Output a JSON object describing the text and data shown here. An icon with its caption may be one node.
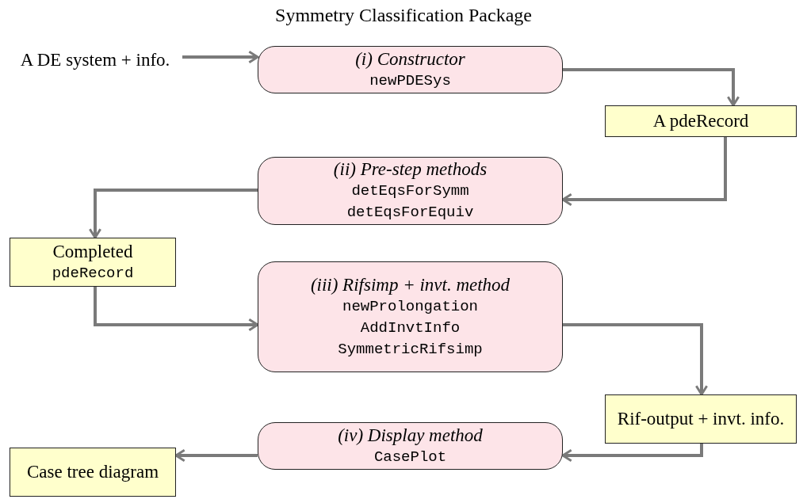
{
  "diagram": {
    "title": "Symmetry Classification Package",
    "nodes": [
      {
        "text": [
          "A DE system + info."
        ]
      },
      {
        "text": [
          "(i) Constructor",
          "newPDESys"
        ]
      },
      {
        "text": [
          "A pdeRecord"
        ]
      },
      {
        "text": [
          "(ii) Pre-step methods",
          "detEqsForSymm",
          "detEqsForEquiv"
        ]
      },
      {
        "text": [
          "Completed",
          "pdeRecord"
        ]
      },
      {
        "text": [
          "(iii) Rifsimp + invt. method",
          "newProlongation",
          "AddInvtInfo",
          "SymmetricRifsimp"
        ]
      },
      {
        "text": [
          "Rif-output + invt. info."
        ]
      },
      {
        "text": [
          "(iv) Display method",
          "CasePlot"
        ]
      },
      {
        "text": [
          "Case tree diagram"
        ]
      }
    ],
    "edges": [
      {
        "from": 0,
        "to": 1,
        "arrow": "to"
      },
      {
        "from": 1,
        "to": 2,
        "arrow": "to"
      },
      {
        "from": 2,
        "to": 3,
        "arrow": "to"
      },
      {
        "from": 3,
        "to": 4,
        "arrow": "to"
      },
      {
        "from": 4,
        "to": 5,
        "arrow": "to"
      },
      {
        "from": 5,
        "to": 6,
        "arrow": "to"
      },
      {
        "from": 6,
        "to": 7,
        "arrow": "to"
      },
      {
        "from": 7,
        "to": 8,
        "arrow": "to"
      }
    ]
  }
}
